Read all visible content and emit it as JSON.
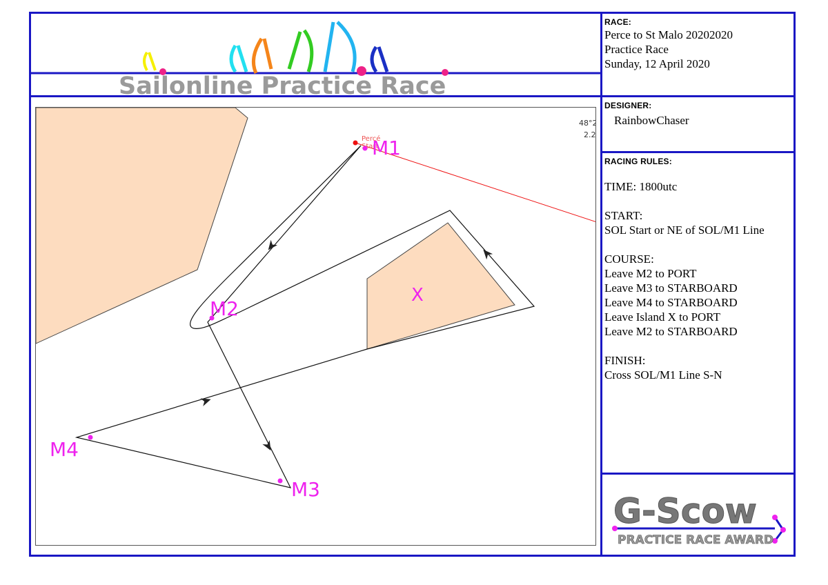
{
  "banner": {
    "title": "Sailonline Practice Race"
  },
  "race": {
    "label": "RACE:",
    "lines": [
      "Perce to St Malo 20202020",
      "Practice Race",
      "Sunday, 12 April 2020"
    ]
  },
  "designer": {
    "label": "DESIGNER:",
    "name": "RainbowChaser"
  },
  "rules": {
    "label": "RACING RULES:",
    "time": "TIME: 1800utc",
    "start_heading": "START:",
    "start_text": "SOL Start or NE of SOL/M1 Line",
    "course_heading": "COURSE:",
    "course_steps": [
      "Leave M2 to PORT",
      "Leave M3 to STARBOARD",
      "Leave M4 to STARBOARD",
      "Leave Island X to PORT",
      "Leave M2 to STARBOARD"
    ],
    "finish_heading": "FINISH:",
    "finish_text": "Cross SOL/M1 Line S-N"
  },
  "map": {
    "marks": [
      "M1",
      "M2",
      "M3",
      "M4"
    ],
    "island_label": "X",
    "start_label": "Percé",
    "start_sublabel": "Start",
    "coord_top": "48°2",
    "coord_bottom": "2.2"
  },
  "award": {
    "title": "G-Scow",
    "subtitle": "PRACTICE RACE AWARD"
  },
  "colors": {
    "frame_blue": "#1a17c4",
    "mark_magenta": "#ee22ee",
    "land": "#fddcbf",
    "start_line_red": "#ee1111",
    "banner_text_grey": "#9a9a9a"
  }
}
